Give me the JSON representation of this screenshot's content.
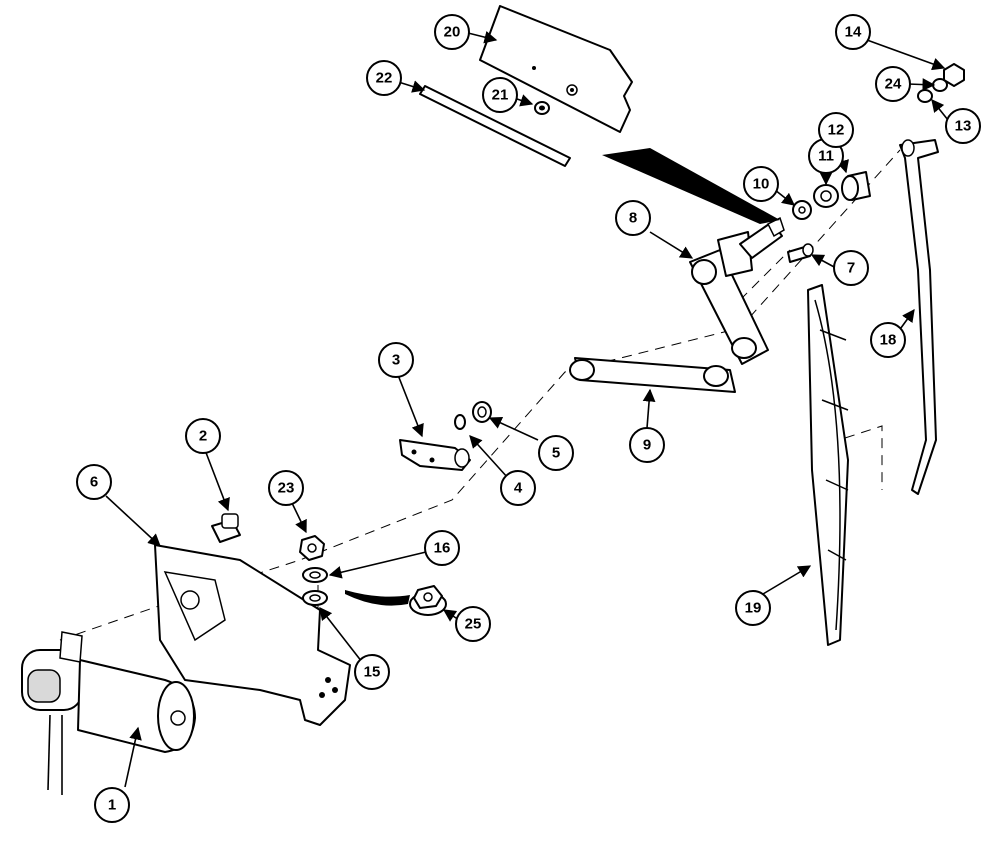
{
  "callouts": [
    {
      "id": "c1",
      "label": "1"
    },
    {
      "id": "c2",
      "label": "2"
    },
    {
      "id": "c3",
      "label": "3"
    },
    {
      "id": "c4",
      "label": "4"
    },
    {
      "id": "c5",
      "label": "5"
    },
    {
      "id": "c6",
      "label": "6"
    },
    {
      "id": "c7",
      "label": "7"
    },
    {
      "id": "c8",
      "label": "8"
    },
    {
      "id": "c9",
      "label": "9"
    },
    {
      "id": "c10",
      "label": "10"
    },
    {
      "id": "c11",
      "label": "11"
    },
    {
      "id": "c12",
      "label": "12"
    },
    {
      "id": "c13",
      "label": "13"
    },
    {
      "id": "c14",
      "label": "14"
    },
    {
      "id": "c15",
      "label": "15"
    },
    {
      "id": "c16",
      "label": "16"
    },
    {
      "id": "c18",
      "label": "18"
    },
    {
      "id": "c19",
      "label": "19"
    },
    {
      "id": "c20",
      "label": "20"
    },
    {
      "id": "c21",
      "label": "21"
    },
    {
      "id": "c22",
      "label": "22"
    },
    {
      "id": "c23",
      "label": "23"
    },
    {
      "id": "c24",
      "label": "24"
    },
    {
      "id": "c25",
      "label": "25"
    }
  ]
}
